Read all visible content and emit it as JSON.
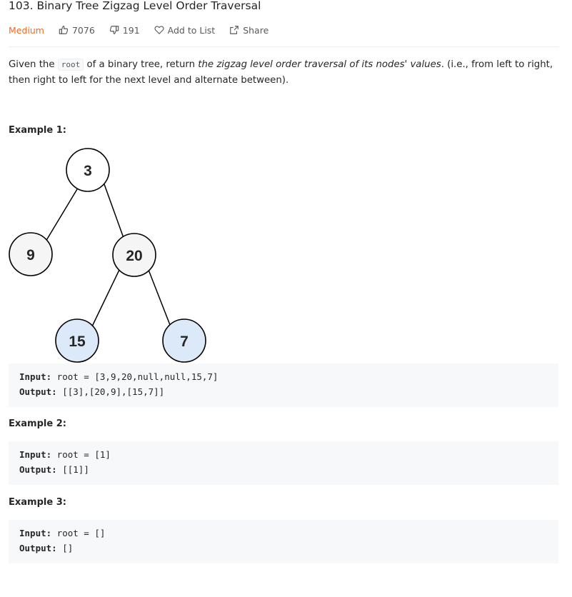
{
  "problem": {
    "title": "103. Binary Tree Zigzag Level Order Traversal",
    "difficulty": "Medium",
    "likes": "7076",
    "dislikes": "191",
    "add_to_list": "Add to List",
    "share": "Share"
  },
  "description": {
    "p1": "Given the ",
    "code": "root",
    "p2": " of a binary tree, return ",
    "em": "the zigzag level order traversal of its nodes' values",
    "p3": ". (i.e., from left to right, then right to left for the next level and alternate between)."
  },
  "examples": [
    {
      "label": "Example 1:",
      "input_key": "Input:",
      "input_val": " root = [3,9,20,null,null,15,7]",
      "output_key": "Output:",
      "output_val": " [[3],[20,9],[15,7]]"
    },
    {
      "label": "Example 2:",
      "input_key": "Input:",
      "input_val": " root = [1]",
      "output_key": "Output:",
      "output_val": " [[1]]"
    },
    {
      "label": "Example 3:",
      "input_key": "Input:",
      "input_val": " root = []",
      "output_key": "Output:",
      "output_val": " []"
    }
  ],
  "tree": {
    "nodes": [
      "3",
      "9",
      "20",
      "15",
      "7"
    ],
    "node_fill": "#f5f5f5",
    "highlight_fill": "#dce9f9"
  },
  "colors": {
    "difficulty_medium": "#ef6c24",
    "code_bg": "#f7f8fa"
  }
}
